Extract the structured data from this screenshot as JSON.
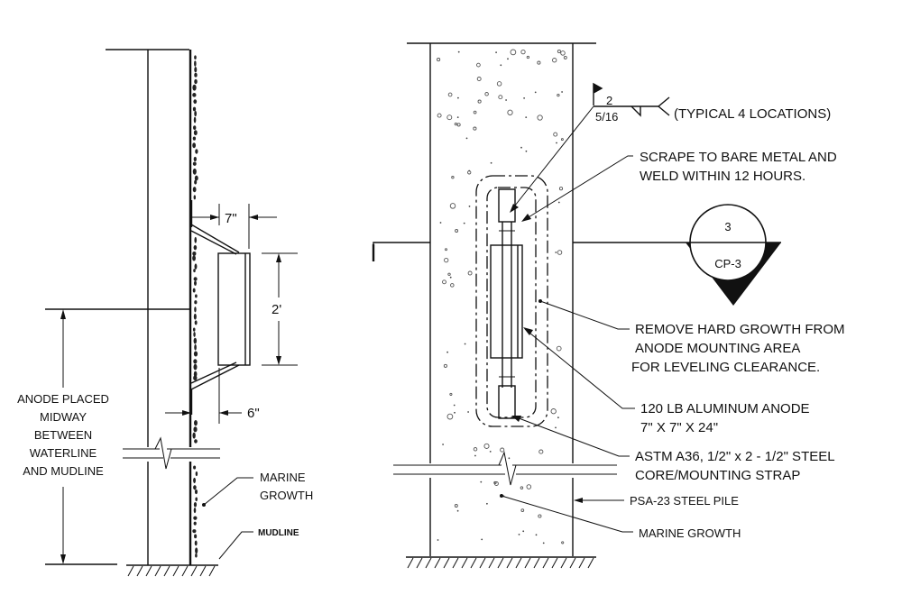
{
  "left_view": {
    "dim_top": "7\"",
    "dim_height": "2'",
    "dim_bottom": "6\"",
    "anode_placed": [
      "ANODE PLACED",
      "MIDWAY",
      "BETWEEN",
      "WATERLINE",
      "AND MUDLINE"
    ],
    "marine_growth": [
      "MARINE",
      "GROWTH"
    ],
    "mudline": "MUDLINE"
  },
  "right_view": {
    "weld_size_top": "2",
    "weld_size_bottom": "5/16",
    "weld_note": "(TYPICAL 4 LOCATIONS)",
    "scrape_note": [
      "SCRAPE TO BARE METAL AND",
      "WELD WITHIN 12 HOURS."
    ],
    "detail_number": "3",
    "detail_sheet": "CP-3",
    "remove_note": [
      "REMOVE HARD GROWTH FROM",
      "ANODE MOUNTING AREA",
      "FOR LEVELING CLEARANCE."
    ],
    "anode_note": [
      "120 LB ALUMINUM ANODE",
      "7\" X 7\" X 24\""
    ],
    "strap_note": [
      "ASTM A36, 1/2\" x 2 - 1/2\" STEEL",
      "CORE/MOUNTING STRAP"
    ],
    "pile_note": "PSA-23 STEEL PILE",
    "growth_note": "MARINE GROWTH"
  }
}
